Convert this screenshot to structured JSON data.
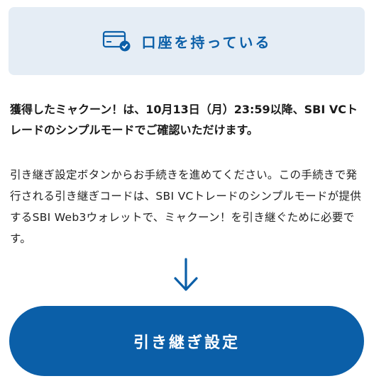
{
  "account_card": {
    "label": "口座を持っている",
    "icon": "credit-card-check-icon"
  },
  "headline": "獲得したミャクーン！は、10月13日（月）23:59以降、SBI VCトレードのシンプルモードでご確認いただけます。",
  "body": "引き継ぎ設定ボタンからお手続きを進めてください。この手続きで発行される引き継ぎコードは、SBI VCトレードのシンプルモードが提供するSBI Web3ウォレットで、ミャクーン！を引き継ぐために必要です。",
  "arrow_icon": "arrow-down-icon",
  "button": {
    "label": "引き継ぎ設定"
  },
  "colors": {
    "brand_blue": "#0b5fa8",
    "card_bg": "#e5edf5"
  }
}
